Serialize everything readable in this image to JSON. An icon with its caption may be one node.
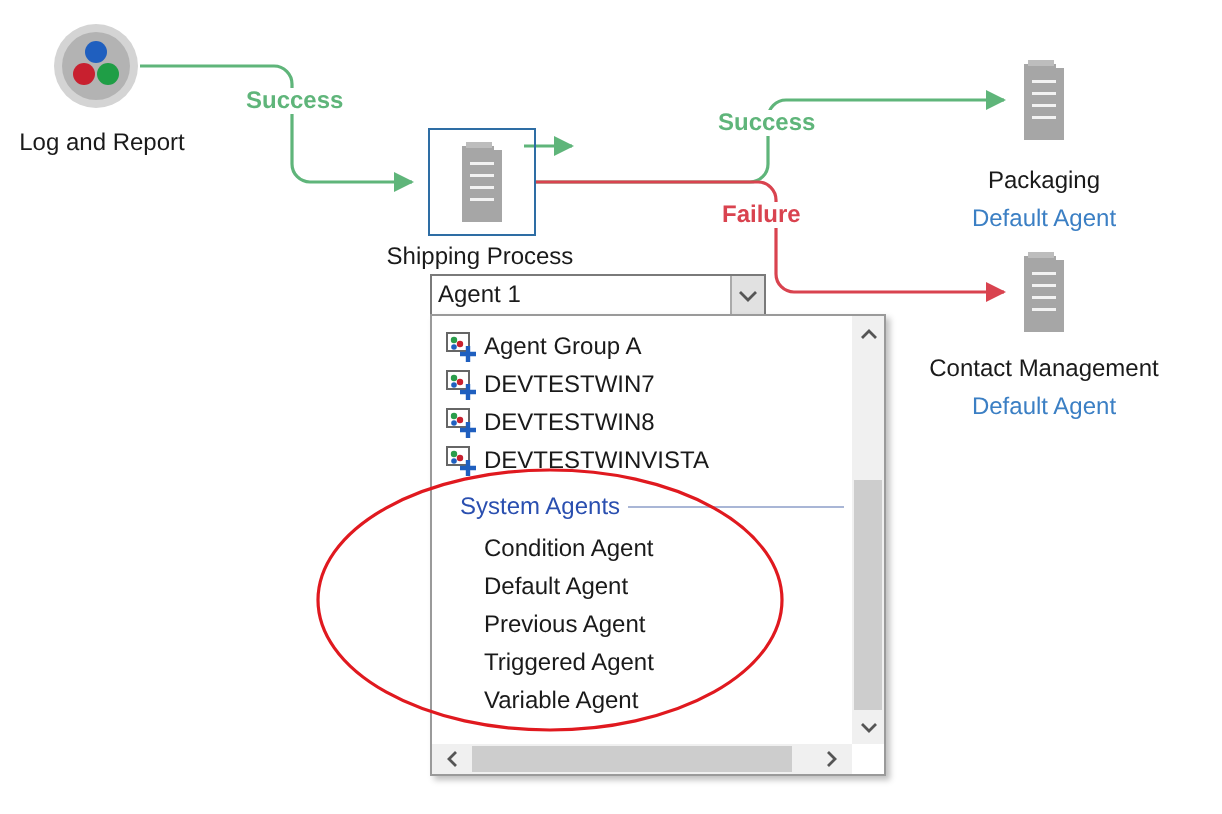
{
  "diagram": {
    "nodes": [
      {
        "text": [
          "Log and Report"
        ]
      },
      {
        "text": [
          "Shipping Process"
        ]
      },
      {
        "text": [
          "Packaging",
          "Default Agent"
        ]
      },
      {
        "text": [
          "Contact Management",
          "Default Agent"
        ]
      }
    ],
    "edges": [
      {
        "from": 0,
        "to": 1,
        "arrow": "to",
        "label": "Success"
      },
      {
        "from": 1,
        "to": null,
        "arrow": "to"
      },
      {
        "from": 1,
        "to": 2,
        "arrow": "to",
        "label": "Success"
      },
      {
        "from": 1,
        "to": 3,
        "arrow": "to",
        "label": "Failure",
        "color": "#d9434f"
      }
    ],
    "labels": [
      "Agent 1",
      "Agent Group A",
      "DEVTESTWIN7",
      "DEVTESTWIN8",
      "DEVTESTWINVISTA",
      "System Agents",
      "Condition Agent",
      "Default Agent",
      "Previous Agent",
      "Triggered Agent",
      "Variable Agent"
    ]
  }
}
